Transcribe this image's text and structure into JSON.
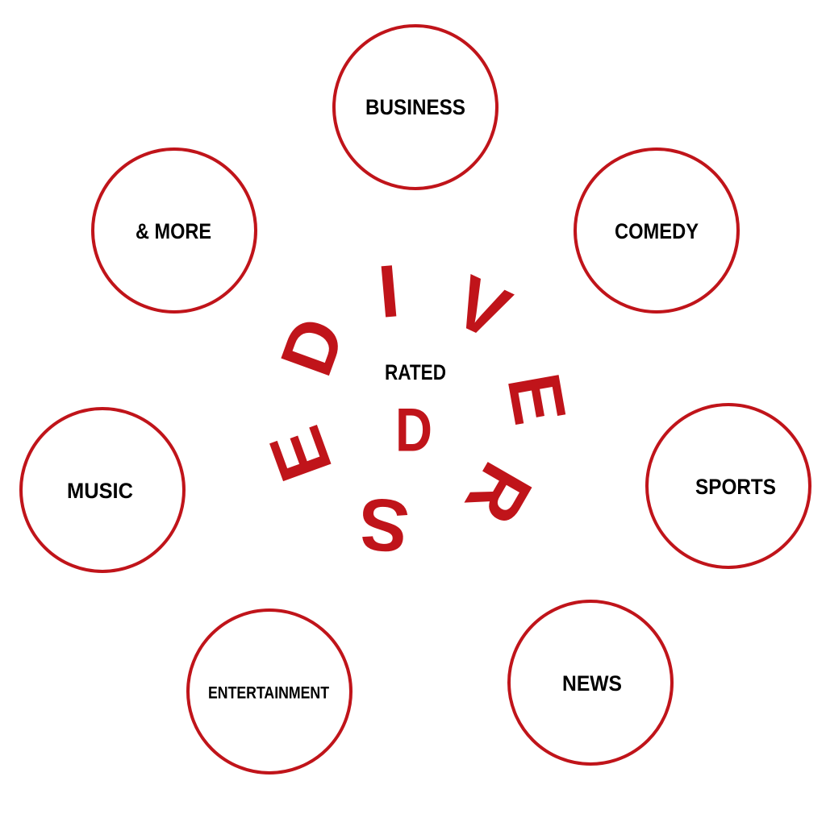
{
  "colors": {
    "accent": "#c0141a",
    "text": "#000000",
    "background": "#ffffff"
  },
  "center": {
    "top_label": "RATED",
    "big_letter": "D"
  },
  "ring_letters": [
    "D",
    "I",
    "V",
    "E",
    "R",
    "S",
    "E"
  ],
  "nodes": [
    {
      "label": "BUSINESS"
    },
    {
      "label": "COMEDY"
    },
    {
      "label": "SPORTS"
    },
    {
      "label": "NEWS"
    },
    {
      "label": "ENTERTAINMENT"
    },
    {
      "label": "MUSIC"
    },
    {
      "label": "& MORE"
    }
  ]
}
